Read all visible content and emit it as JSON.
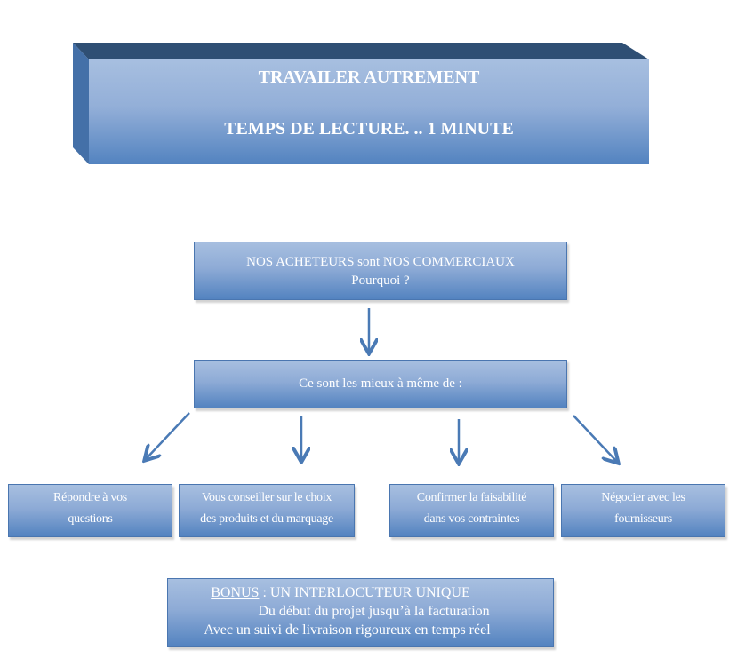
{
  "header": {
    "line1": "TRAVAILER  AUTREMENT",
    "line2": "TEMPS DE LECTURE. .. 1 MINUTE"
  },
  "question": {
    "line1": "NOS ACHETEURS sont NOS COMMERCIAUX",
    "line2": "Pourquoi ?"
  },
  "intro": "Ce sont les mieux à même de :",
  "items": [
    {
      "line1": "Répondre à vos",
      "line2": "questions"
    },
    {
      "line1": "Vous conseiller sur le choix",
      "line2": "des produits et du marquage"
    },
    {
      "line1": "Confirmer la faisabilité",
      "line2": "dans vos contraintes"
    },
    {
      "line1": "Négocier avec les",
      "line2": "fournisseurs"
    }
  ],
  "bonus": {
    "label": "BONUS",
    "title": " : UN INTERLOCUTEUR UNIQUE",
    "line2": "Du début du projet jusqu’à la facturation",
    "line3": "Avec un suivi de livraison rigoureux en temps réel"
  },
  "colors": {
    "arrow": "#4a7ab5",
    "top": "#2f4f74"
  }
}
